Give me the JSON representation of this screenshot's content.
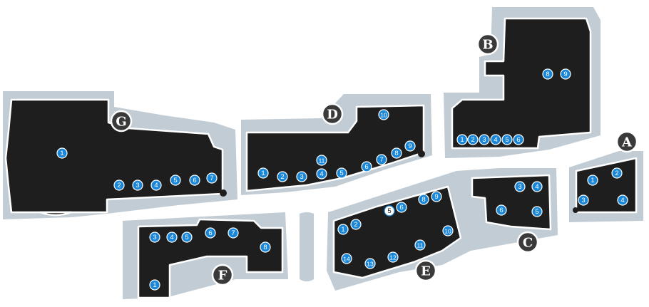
{
  "colors": {
    "building": "#1e1e1e",
    "halo": "#c2ccd4",
    "pin": "#1a86d8",
    "badge": "#3a3a3a"
  },
  "buildings": [
    {
      "id": "A",
      "label": "A",
      "units": [
        "1",
        "2",
        "3",
        "4"
      ]
    },
    {
      "id": "B",
      "label": "B",
      "units": [
        "1",
        "2",
        "3",
        "4",
        "5",
        "6",
        "8",
        "9"
      ]
    },
    {
      "id": "C",
      "label": "C",
      "units": [
        "3",
        "4",
        "5",
        "6"
      ]
    },
    {
      "id": "D",
      "label": "D",
      "units": [
        "1",
        "2",
        "3",
        "4",
        "5",
        "6",
        "7",
        "8",
        "9",
        "10",
        "11"
      ]
    },
    {
      "id": "E",
      "label": "E",
      "units": [
        "1",
        "2",
        "5",
        "6",
        "8",
        "9",
        "10",
        "11",
        "12",
        "13",
        "14"
      ]
    },
    {
      "id": "F",
      "label": "F",
      "units": [
        "1",
        "3",
        "4",
        "5",
        "6",
        "7",
        "8"
      ]
    },
    {
      "id": "G",
      "label": "G",
      "units": [
        "1",
        "2",
        "3",
        "4",
        "5",
        "6",
        "7"
      ]
    }
  ]
}
